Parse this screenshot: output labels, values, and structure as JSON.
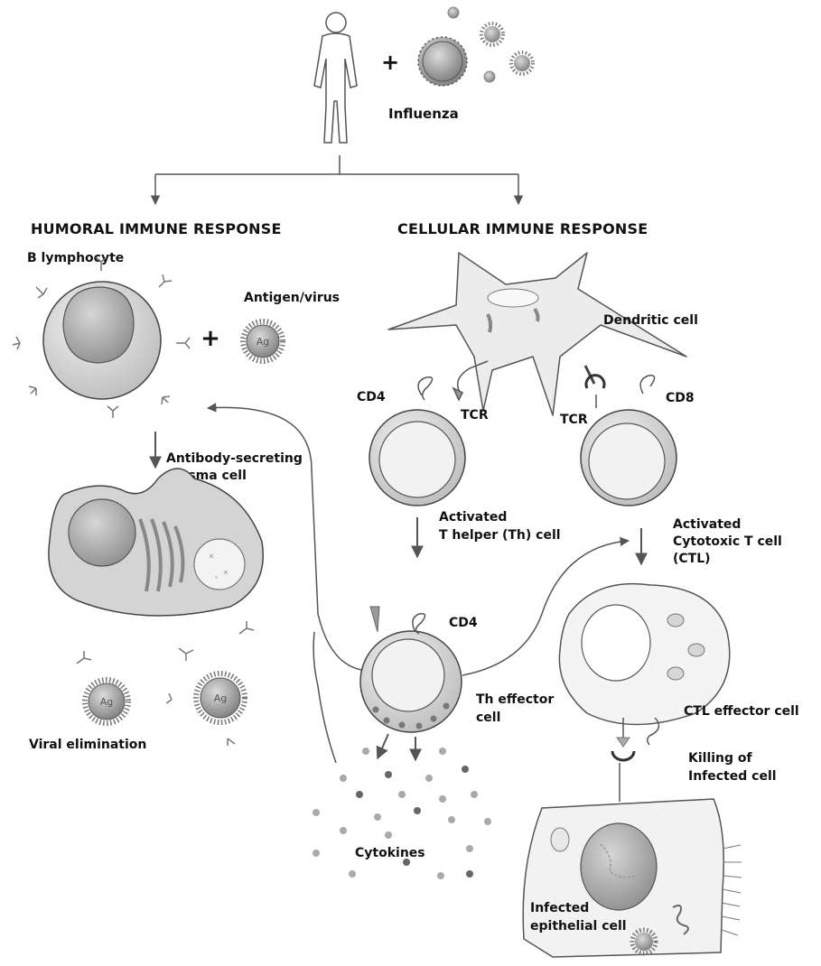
{
  "colors": {
    "line": "#555555",
    "cell_fill": "#d9d9d9",
    "cell_stroke": "#444444",
    "nucleus_fill": "#a8a8a8",
    "light_fill": "#f1f1f1",
    "dot_dark": "#666666",
    "dot_light": "#aaaaaa"
  },
  "top": {
    "plus": "+",
    "influenza": "Influenza"
  },
  "humoral": {
    "heading": "HUMORAL IMMUNE RESPONSE",
    "b_lymphocyte": "B lymphocyte",
    "plus": "+",
    "antigen_label": "Antigen/virus",
    "ag_text": "Ag",
    "plasma_line1": "Antibody-secreting",
    "plasma_line2": "plasma cell",
    "viral_elimination": "Viral elimination"
  },
  "cellular": {
    "heading": "CELLULAR IMMUNE RESPONSE",
    "dendritic_cell": "Dendritic cell",
    "cd4": "CD4",
    "tcr_left": "TCR",
    "tcr_right": "TCR",
    "cd8": "CD8",
    "activated_th_line1": "Activated",
    "activated_th_line2": "T helper (Th) cell",
    "activated_ctl_line1": "Activated",
    "activated_ctl_line2": "Cytotoxic T cell",
    "activated_ctl_line3": "(CTL)",
    "cd4_effector": "CD4",
    "th_effector_line1": "Th effector",
    "th_effector_line2": "cell",
    "ctl_effector": "CTL effector  cell",
    "killing_line1": "Killing of",
    "killing_line2": "Infected cell",
    "cytokines": "Cytokines",
    "infected_line1": "Infected",
    "infected_line2": "epithelial cell"
  }
}
